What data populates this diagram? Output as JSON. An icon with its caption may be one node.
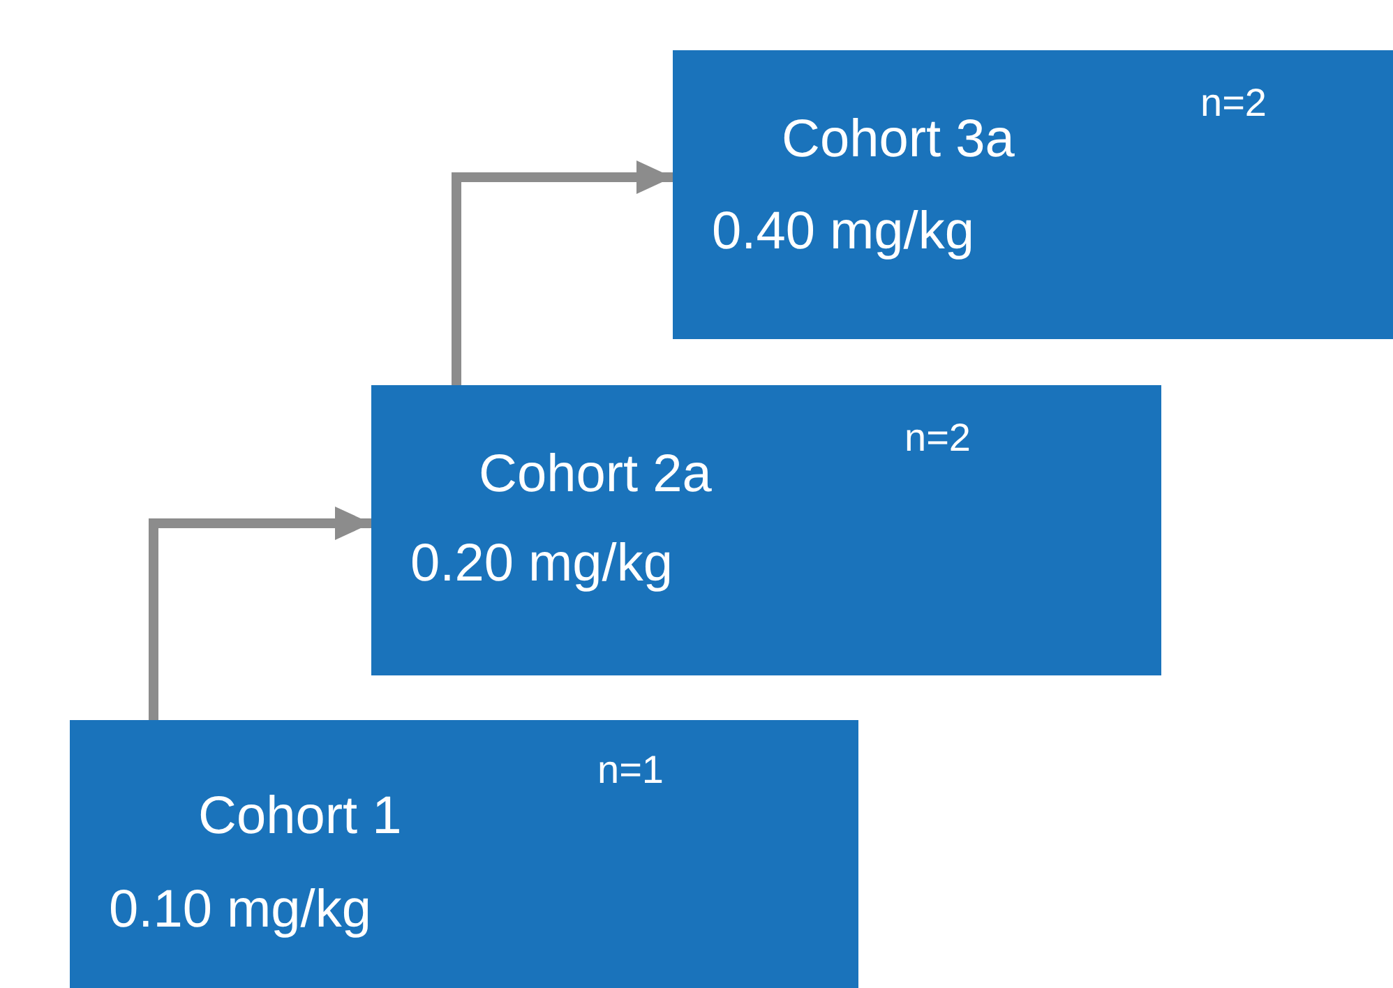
{
  "diagram": {
    "nodes": [
      {
        "text": [
          "Cohort 3a",
          "0.40 mg/kg",
          "n=2"
        ]
      },
      {
        "text": [
          "Cohort 2a",
          "0.20 mg/kg",
          "n=2"
        ]
      },
      {
        "text": [
          "Cohort 1",
          "0.10 mg/kg",
          "n=1"
        ]
      }
    ],
    "edges": [
      {
        "from": 2,
        "to": 1,
        "arrow": "to"
      },
      {
        "from": 1,
        "to": 0,
        "arrow": "to"
      }
    ]
  }
}
